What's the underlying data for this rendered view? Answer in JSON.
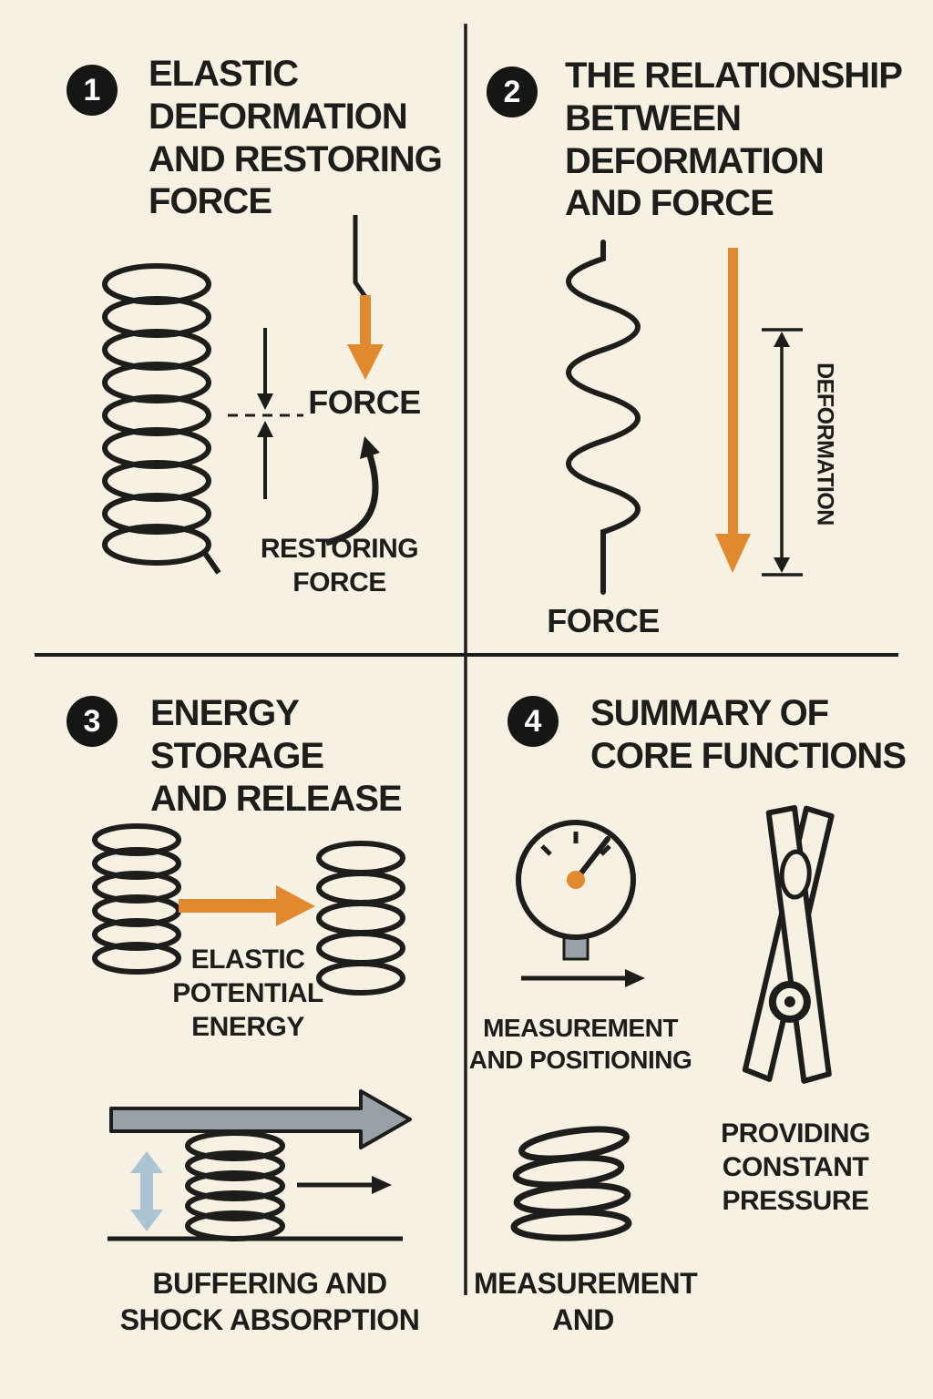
{
  "colors": {
    "background": "#f7f1e3",
    "ink": "#1d1d1b",
    "accent_orange": "#e0892e",
    "soft_blue": "#abc4d2",
    "bar_gray": "#99a1a8"
  },
  "panels": {
    "p1": {
      "number": "1",
      "title": "ELASTIC\nDEFORMATION\nAND RESTORING\nFORCE",
      "force_label": "FORCE",
      "restoring_label": "RESTORING\nFORCE"
    },
    "p2": {
      "number": "2",
      "title": "THE RELATIONSHIP\nBETWEEN\nDEFORMATION\nAND FORCE",
      "force_label": "FORCE",
      "deformation_label": "DEFORMATION"
    },
    "p3": {
      "number": "3",
      "title": "ENERGY STORAGE\nAND RELEASE",
      "energy_label": "ELASTIC\nPOTENTIAL\nENERGY",
      "buffer_label": "BUFFERING AND\nSHOCK ABSORPTION"
    },
    "p4": {
      "number": "4",
      "title": "SUMMARY OF\nCORE FUNCTIONS",
      "measurement_label": "MEASUREMENT\nAND POSITIONING",
      "pressure_label": "PROVIDING\nCONSTANT\nPRESSURE",
      "measurement2_label": "MEASUREMENT\nAND"
    }
  },
  "icons": {
    "panel1_spring": "coil-spring",
    "panel1_force_arrow": "orange-down-arrow",
    "panel1_restoring_arrow": "curved-up-arrow",
    "panel2_spring": "coil-spring",
    "panel2_force_arrow": "orange-down-arrow",
    "panel2_dimension": "double-headed-dimension-arrow",
    "panel3_springs": "coil-springs",
    "panel3_energy_arrow": "orange-right-arrow",
    "panel3_bar": "gray-bar-arrow",
    "panel3_shock_arrow": "blue-double-arrow",
    "panel4_gauge": "pressure-gauge",
    "panel4_clothespin": "clothespin",
    "panel4_stacked_spring": "stacked-coil"
  }
}
